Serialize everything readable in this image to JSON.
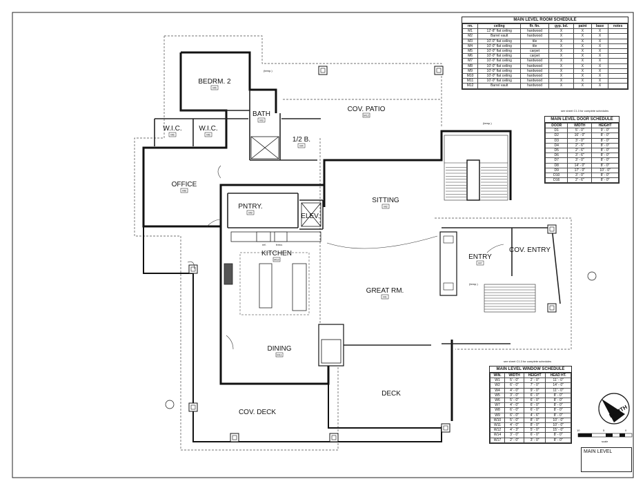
{
  "rooms": {
    "bedroom2": {
      "label": "BEDRM. 2",
      "tag": "M5"
    },
    "bath": {
      "label": "BATH",
      "tag": "M3"
    },
    "cov_patio": {
      "label": "COV. PATIO",
      "tag": "M12"
    },
    "wic1": {
      "label": "W.I.C.",
      "tag": "M6"
    },
    "wic2": {
      "label": "W.I.C.",
      "tag": "M6"
    },
    "half_bath": {
      "label": "1/2 B.",
      "tag": "M4"
    },
    "office": {
      "label": "OFFICE",
      "tag": "M8"
    },
    "pantry": {
      "label": "PNTRY.",
      "tag": "M9"
    },
    "elev": {
      "label": "ELEV.",
      "tag": ""
    },
    "sitting": {
      "label": "SITTING",
      "tag": "M2"
    },
    "kitchen": {
      "label": "KITCHEN",
      "tag": "M10"
    },
    "entry": {
      "label": "ENTRY",
      "tag": "M7"
    },
    "cov_entry": {
      "label": "COV. ENTRY",
      "tag": ""
    },
    "great_rm": {
      "label": "GREAT RM.",
      "tag": "M1"
    },
    "dining": {
      "label": "DINING",
      "tag": "M11"
    },
    "deck": {
      "label": "DECK",
      "tag": ""
    },
    "cov_deck": {
      "label": "COV. DECK",
      "tag": ""
    }
  },
  "room_schedule": {
    "title": "MAIN LEVEL ROOM SCHEDULE",
    "headers": [
      "rm.",
      "ceiling",
      "flr. fin.",
      "gyp. bd.",
      "paint",
      "base",
      "notes"
    ],
    "rows": [
      [
        "M1",
        "12'-8\" flat ceiling",
        "hardwood",
        "X",
        "X",
        "X",
        ""
      ],
      [
        "M2",
        "Barrel vault",
        "hardwood",
        "X",
        "X",
        "X",
        ""
      ],
      [
        "M3",
        "10'-0\" flat ceiling",
        "tile",
        "X",
        "X",
        "X",
        ""
      ],
      [
        "M4",
        "10'-0\" flat ceiling",
        "tile",
        "X",
        "X",
        "X",
        ""
      ],
      [
        "M5",
        "10'-0\" flat ceiling",
        "carpet",
        "X",
        "X",
        "X",
        ""
      ],
      [
        "M6",
        "10'-0\" flat ceiling",
        "carpet",
        "X",
        "X",
        "X",
        ""
      ],
      [
        "M7",
        "10'-0\" flat ceiling",
        "hardwood",
        "X",
        "X",
        "X",
        ""
      ],
      [
        "M8",
        "10'-0\" flat ceiling",
        "hardwood",
        "X",
        "X",
        "X",
        ""
      ],
      [
        "M9",
        "10'-0\" flat ceiling",
        "hardwood",
        "X",
        "X",
        "X",
        ""
      ],
      [
        "M10",
        "10'-0\" flat ceiling",
        "hardwood",
        "X",
        "X",
        "X",
        ""
      ],
      [
        "M11",
        "10'-0\" flat ceiling",
        "hardwood",
        "X",
        "X",
        "X",
        ""
      ],
      [
        "M12",
        "Barrel vault",
        "hardwood",
        "X",
        "X",
        "X",
        ""
      ]
    ]
  },
  "door_schedule": {
    "note": "see sheet C1.3 for complete schedules",
    "title": "MAIN LEVEL DOOR SCHEDULE",
    "headers": [
      "DOOR",
      "WIDTH",
      "HEIGHT"
    ],
    "rows": [
      [
        "D1",
        "5' - 0\"",
        "9' - 0\""
      ],
      [
        "D2",
        "16' - 0\"",
        "8' - 0\""
      ],
      [
        "D3",
        "3' - 0\"",
        "8' - 0\""
      ],
      [
        "D4",
        "2' - 6\"",
        "8' - 0\""
      ],
      [
        "D5",
        "2' - 6\"",
        "8' - 0\""
      ],
      [
        "D6",
        "3' - 6\"",
        "8' - 0\""
      ],
      [
        "D7",
        "3' - 0\"",
        "8' - 0\""
      ],
      [
        "D8",
        "14' - 0\"",
        "8' - 0\""
      ],
      [
        "D9",
        "17' - 0\"",
        "10' - 0\""
      ],
      [
        "D10",
        "3' - 0\"",
        "8' - 0\""
      ],
      [
        "D16",
        "2' - 6\"",
        "8' - 0\""
      ]
    ]
  },
  "window_schedule": {
    "note": "see sheet C1.3 for complete schedules",
    "title": "MAIN LEVEL WINDOW SCHEDULE",
    "headers": [
      "WIN.",
      "WIDTH",
      "HEIGHT",
      "HEAD HT."
    ],
    "rows": [
      [
        "W1",
        "5' - 0\"",
        "2' - 0\"",
        "11' - 0\""
      ],
      [
        "W2",
        "6' - 0\"",
        "7' - 0\"",
        "14' - 0\""
      ],
      [
        "W4",
        "4' - 0\"",
        "9' - 0\"",
        "11' - 0\""
      ],
      [
        "W5",
        "3' - 0\"",
        "6' - 0\"",
        "8' - 0\""
      ],
      [
        "W6",
        "5' - 0\"",
        "6' - 0\"",
        "8' - 0\""
      ],
      [
        "W7",
        "4' - 0\"",
        "6' - 0\"",
        "8' - 0\""
      ],
      [
        "W8",
        "6' - 0\"",
        "6' - 0\"",
        "8' - 0\""
      ],
      [
        "W9",
        "6' - 0\"",
        "4' - 6\"",
        "8' - 0\""
      ],
      [
        "W10",
        "5' - 0\"",
        "8' - 0\"",
        "10' - 0\""
      ],
      [
        "W11",
        "4' - 0\"",
        "8' - 0\"",
        "10' - 0\""
      ],
      [
        "W12",
        "4' - 3\"",
        "5' - 0\"",
        "15' - 0\""
      ],
      [
        "W14",
        "3' - 0\"",
        "6' - 0\"",
        "8' - 0\""
      ],
      [
        "W17",
        "2' - 0\"",
        "3' - 0\"",
        "8' - 0\""
      ]
    ]
  },
  "callouts": {
    "temp": "(temp.)",
    "ref": "ref.",
    "freez": "freez."
  },
  "north_label": "NORTH",
  "scale": {
    "label": "scale",
    "marks": [
      "10",
      "5",
      "0"
    ]
  },
  "title_block": {
    "label": "MAIN LEVEL"
  }
}
